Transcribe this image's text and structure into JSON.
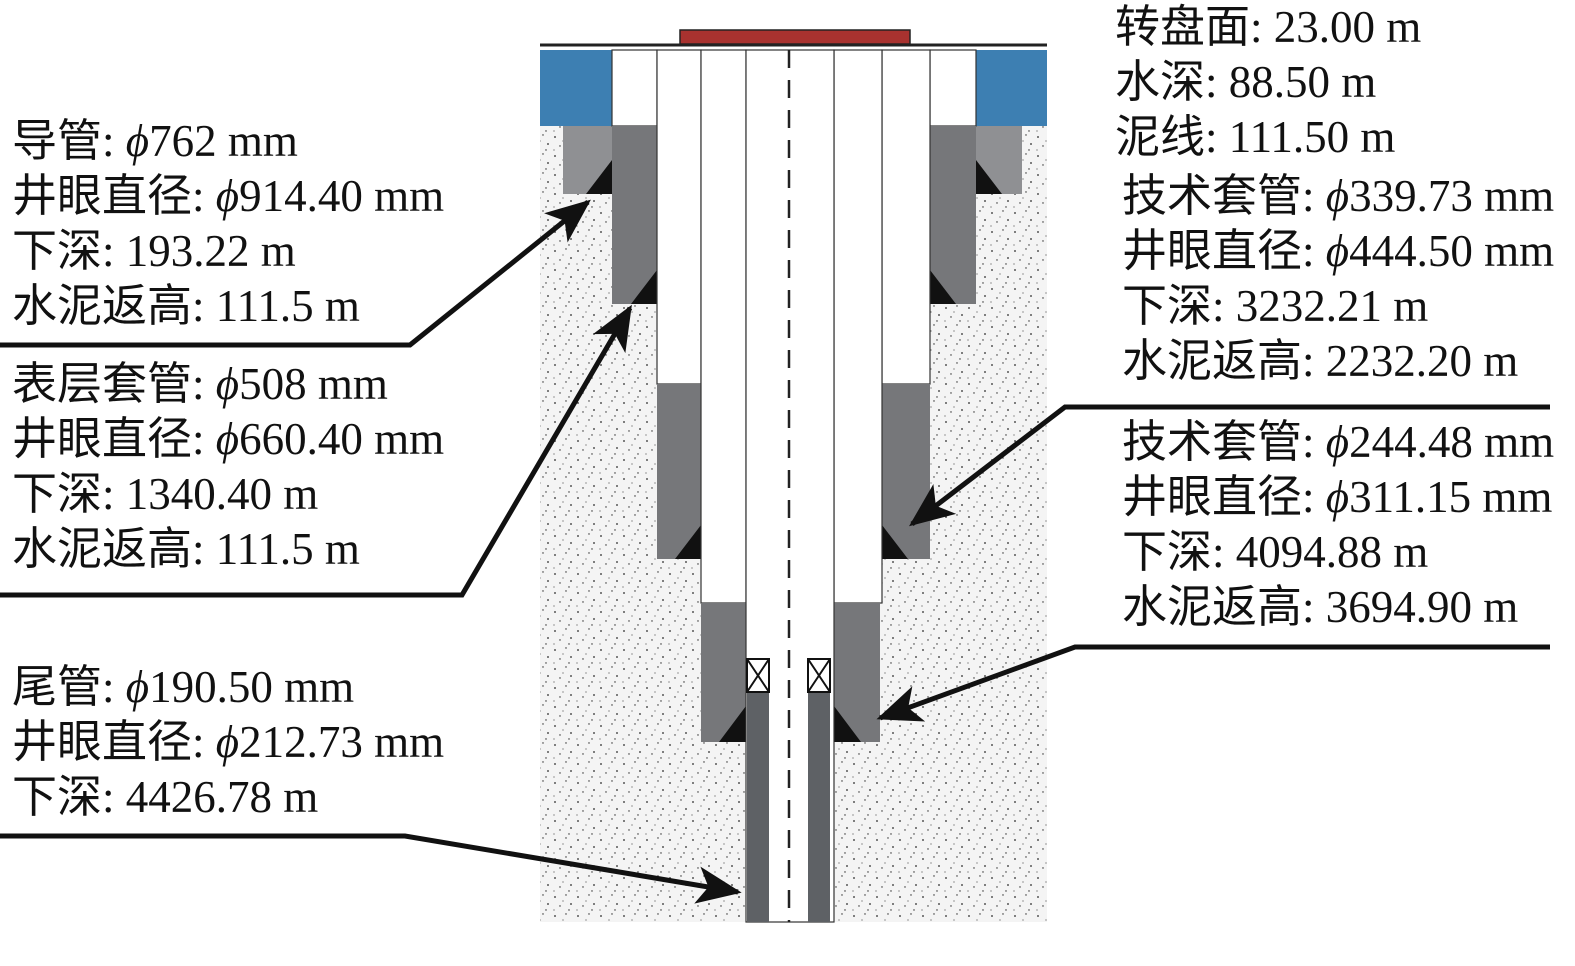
{
  "colors": {
    "seabed_soil": "#f2f2f2",
    "water": "#3d7fb2",
    "cement": "#8f9093",
    "cement_dark": "#76777a",
    "casing_shoe": "#111111",
    "rotary_table": "#a8322f",
    "liner": "#5e6165",
    "line": "#111111"
  },
  "icons": {
    "arrow": "arrow-icon",
    "packer": "packer-x-icon"
  },
  "well_info": {
    "lines": [
      "转盘面: 23.00 m",
      "水深: 88.50 m",
      "泥线: 111.50 m"
    ]
  },
  "conductor": {
    "lines": [
      {
        "prefix": "导管: ",
        "phi": "ϕ",
        "value": "762 mm"
      },
      {
        "prefix": "井眼直径: ",
        "phi": "ϕ",
        "value": "914.40 mm"
      },
      {
        "prefix": "下深: 193.22 m",
        "phi": "",
        "value": ""
      },
      {
        "prefix": "水泥返高: 111.5 m",
        "phi": "",
        "value": ""
      }
    ]
  },
  "surface_casing": {
    "lines": [
      {
        "prefix": "表层套管: ",
        "phi": "ϕ",
        "value": "508 mm"
      },
      {
        "prefix": "井眼直径: ",
        "phi": "ϕ",
        "value": "660.40 mm"
      },
      {
        "prefix": "下深: 1340.40 m",
        "phi": "",
        "value": ""
      },
      {
        "prefix": "水泥返高: 111.5 m",
        "phi": "",
        "value": ""
      }
    ]
  },
  "tech_casing_1": {
    "lines": [
      {
        "prefix": "技术套管: ",
        "phi": "ϕ",
        "value": "339.73 mm"
      },
      {
        "prefix": "井眼直径: ",
        "phi": "ϕ",
        "value": "444.50 mm"
      },
      {
        "prefix": "下深: 3232.21 m",
        "phi": "",
        "value": ""
      },
      {
        "prefix": "水泥返高: 2232.20 m",
        "phi": "",
        "value": ""
      }
    ]
  },
  "tech_casing_2": {
    "lines": [
      {
        "prefix": "技术套管: ",
        "phi": "ϕ",
        "value": "244.48 mm"
      },
      {
        "prefix": "井眼直径: ",
        "phi": "ϕ",
        "value": "311.15 mm"
      },
      {
        "prefix": "下深: 4094.88 m",
        "phi": "",
        "value": ""
      },
      {
        "prefix": "水泥返高: 3694.90 m",
        "phi": "",
        "value": ""
      }
    ]
  },
  "liner": {
    "lines": [
      {
        "prefix": "尾管: ",
        "phi": "ϕ",
        "value": "190.50 mm"
      },
      {
        "prefix": "井眼直径: ",
        "phi": "ϕ",
        "value": "212.73 mm"
      },
      {
        "prefix": "下深: 4426.78 m",
        "phi": "",
        "value": ""
      }
    ]
  }
}
